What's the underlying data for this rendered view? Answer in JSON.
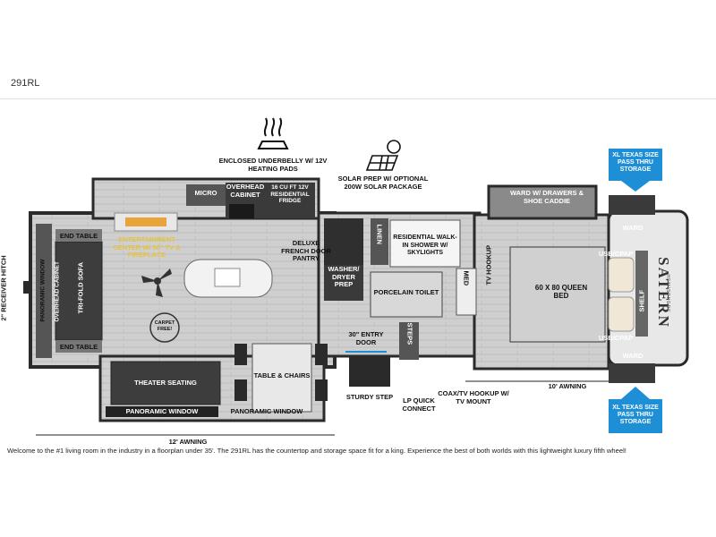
{
  "model": "291RL",
  "brand": {
    "name": "SATERN",
    "sub": "HEMISPHERE"
  },
  "labels": {
    "underbelly": "ENCLOSED UNDERBELLY W/ 12V HEATING PADS",
    "solar": "SOLAR PREP W/ OPTIONAL 200W SOLAR PACKAGE",
    "micro": "MICRO",
    "overhead_cabinet": "OVERHEAD CABINET",
    "fridge": "16 CU FT 12V RESIDENTIAL FRIDGE",
    "ward_drawers": "WARD W/ DRAWERS & SHOE CADDIE",
    "xl_storage_top": "XL TEXAS SIZE PASS THRU STORAGE",
    "xl_storage_bottom": "XL TEXAS SIZE PASS THRU STORAGE",
    "receiver_hitch": "2\" RECEIVER HITCH",
    "panoramic_window_left": "PANORAMIC WINDOW",
    "overhead_cabinet_left": "OVERHEAD CABINET",
    "tri_fold_sofa": "TRI-FOLD SOFA",
    "end_table_top": "END TABLE",
    "end_table_bottom": "END TABLE",
    "entertainment": "ENTERTAINMENT CENTER W/ 50\" TV & FIREPLACE",
    "french_door": "DELUXE FRENCH DOOR PANTRY",
    "washer": "WASHER/ DRYER PREP",
    "linen": "LINEN",
    "shower": "RESIDENTIAL WALK-IN SHOWER W/ SKYLIGHTS",
    "med": "MED",
    "tv_hookup": "TV HOOKUP",
    "bed": "60 X 80 QUEEN BED",
    "ward_top": "WARD",
    "ward_bottom": "WARD",
    "usb_top": "USB/CPAP",
    "usb_bottom": "USB/CPAP",
    "shelf": "SHELF",
    "toilet": "PORCELAIN TOILET",
    "entry_door": "30\" ENTRY DOOR",
    "steps": "STEPS",
    "table_chairs": "TABLE & CHAIRS",
    "theater": "THEATER SEATING",
    "pano_bottom_left": "PANORAMIC WINDOW",
    "pano_bottom_right": "PANORAMIC WINDOW",
    "carpet_free": "CARPET FREE!",
    "sturdy_step": "STURDY STEP",
    "lp_quick": "LP QUICK CONNECT",
    "coax": "COAX/TV HOOKUP W/ TV MOUNT",
    "awning_10": "10' AWNING",
    "awning_12": "12' AWNING"
  },
  "caption": "Welcome to the #1 living room in the industry in a floorplan under 35'. The 291RL has the countertop and storage space fit for a king. Experience the best of both worlds with this lightweight luxury fifth wheel!",
  "colors": {
    "wall": "#2a2a2a",
    "floor": "#c9c9c9",
    "dark": "#3a3a3a",
    "callout": "#1e8fd6",
    "accent": "#e8a33a"
  }
}
